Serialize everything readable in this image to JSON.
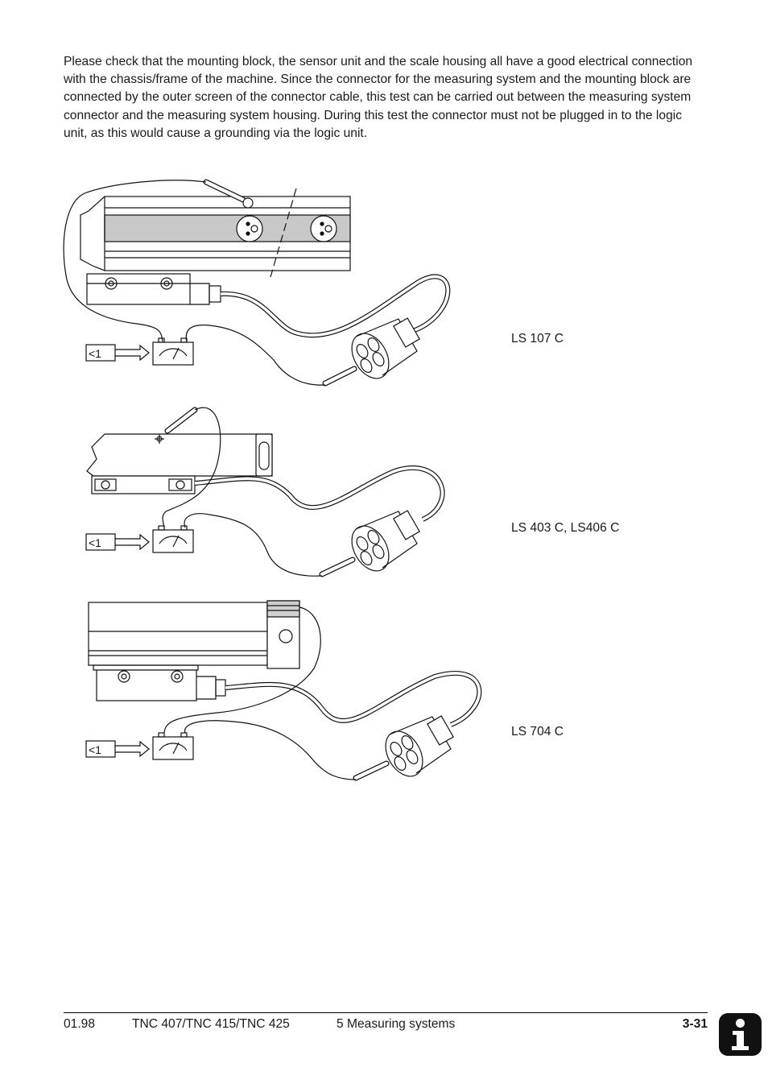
{
  "intro_text": "Please check that the mounting block, the sensor unit and the scale housing all have a good electrical connection with the chassis/frame of the machine. Since the connector for the measuring system and the mounting block are connected by the outer screen of the connector cable, this test can be carried out between the measuring system connector and the measuring system housing. During this test the connector must not be plugged in to the logic unit, as this would cause a grounding via the logic unit.",
  "figures": [
    {
      "model_label": "LS 107 C",
      "meter_label": "<1"
    },
    {
      "model_label": "LS 403 C, LS406 C",
      "meter_label": "<1"
    },
    {
      "model_label": "LS 704 C",
      "meter_label": "<1"
    }
  ],
  "footer": {
    "date": "01.98",
    "product": "TNC 407/TNC 415/TNC 425",
    "chapter": "5  Measuring systems",
    "page": "3-31"
  },
  "icons": {
    "info": "info-icon"
  }
}
